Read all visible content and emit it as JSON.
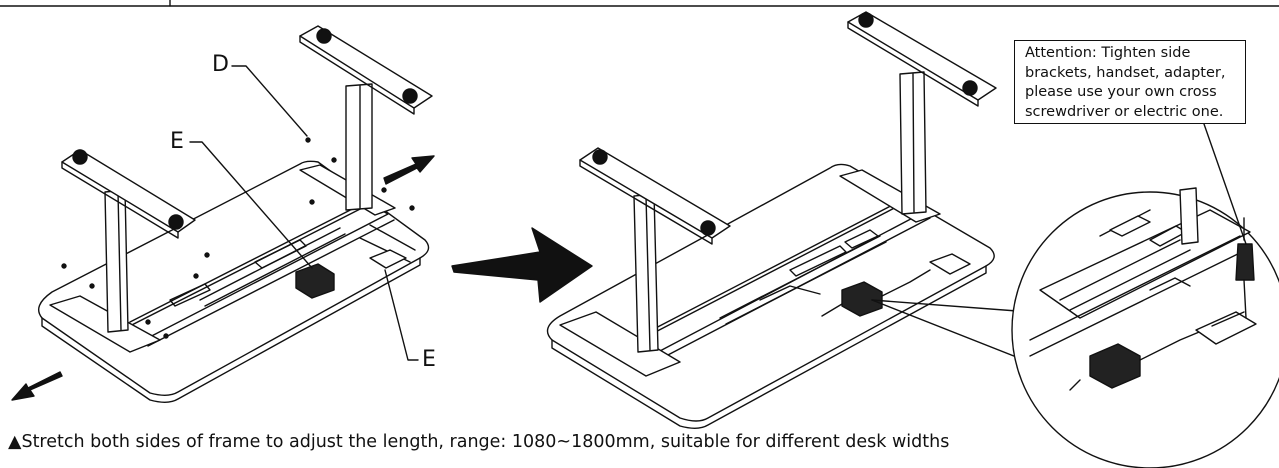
{
  "labels": {
    "d": "D",
    "e_top": "E",
    "e_bottom": "E"
  },
  "attention": {
    "lines": [
      "Attention: Tighten side",
      "brackets, handset, adapter,",
      "please use your own cross",
      "screwdriver or electric one."
    ]
  },
  "caption": {
    "text": "▲Stretch both sides of frame to adjust the length, range: 1080~1800mm, suitable for different desk widths"
  },
  "icons": [
    "stretch-arrow-icon",
    "step-arrow-icon",
    "screwdriver-icon"
  ]
}
